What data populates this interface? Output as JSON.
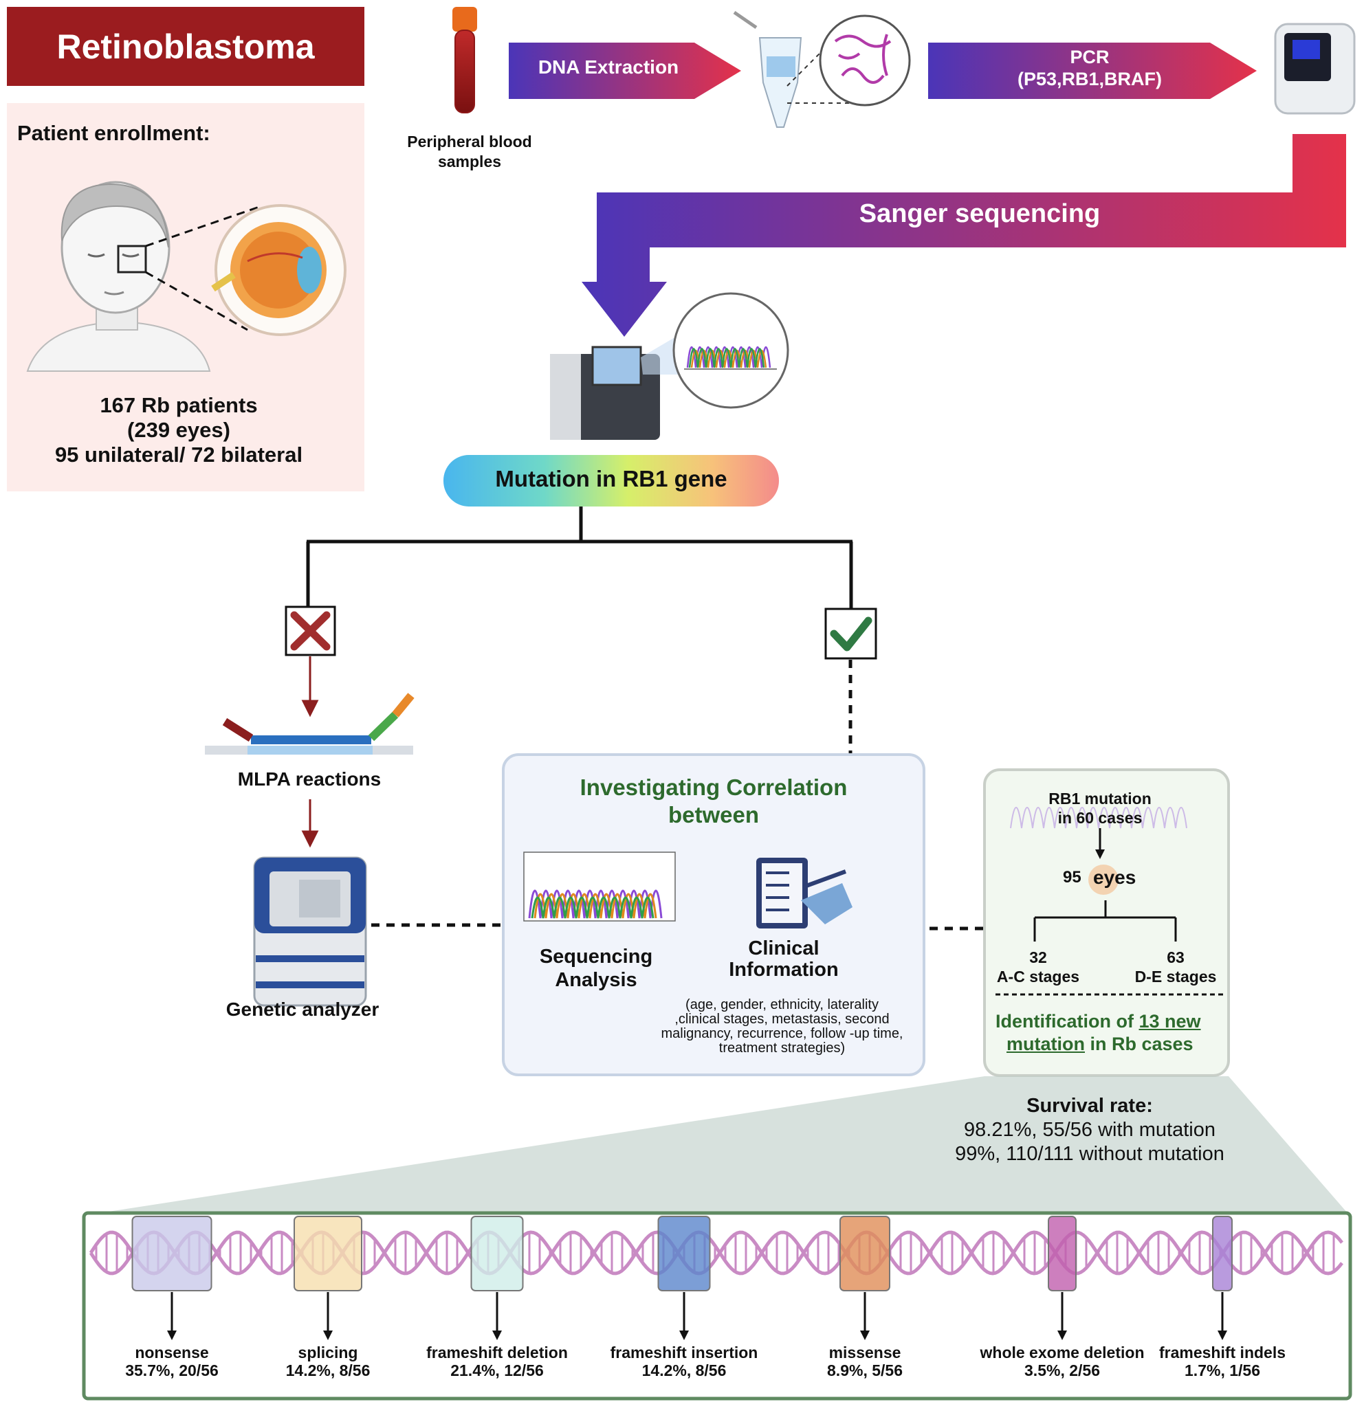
{
  "title": "Retinoblastoma",
  "enrollment": {
    "heading": "Patient enrollment:",
    "line1": "167 Rb patients",
    "line2": "(239 eyes)",
    "line3": "95 unilateral/ 72 bilateral"
  },
  "sample_label": "Peripheral blood samples",
  "steps": {
    "dna_extraction": "DNA Extraction",
    "pcr_line1": "PCR",
    "pcr_line2": "(P53,RB1,BRAF)",
    "sanger": "Sanger sequencing"
  },
  "mutation_pill": "Mutation in RB1 gene",
  "no_branch": {
    "mlpa": "MLPA reactions",
    "analyzer": "Genetic analyzer"
  },
  "correlation": {
    "heading_line1": "Investigating Correlation",
    "heading_line2": "between",
    "seq_line1": "Sequencing",
    "seq_line2": "Analysis",
    "clin_line1": "Clinical",
    "clin_line2": "Information",
    "details_line1": "(age, gender, ethnicity, laterality",
    "details_line2": ",clinical stages, metastasis, second",
    "details_line3": "malignancy, recurrence, follow -up time,",
    "details_line4": "treatment strategies)"
  },
  "results": {
    "cases_line1": "RB1 mutation",
    "cases_line2": "in 60 cases",
    "eyes_num": "95",
    "eyes_word": "eyes",
    "ac_num": "32",
    "ac_label": "A-C stages",
    "de_num": "63",
    "de_label": "D-E stages",
    "ident_prefix": "Identification of ",
    "ident_underline1": "13 new",
    "ident_underline2": "mutation",
    "ident_suffix": " in Rb cases"
  },
  "survival": {
    "heading": "Survival rate:",
    "line1": "98.21%, 55/56 with mutation",
    "line2": "99%, 110/111 without mutation"
  },
  "mutation_types": [
    {
      "name": "nonsense",
      "stat": "35.7%, 20/56",
      "color": "#c9c9ea"
    },
    {
      "name": "splicing",
      "stat": "14.2%, 8/56",
      "color": "#f6dfae"
    },
    {
      "name": "frameshift deletion",
      "stat": "21.4%, 12/56",
      "color": "#cfeee8"
    },
    {
      "name": "frameshift insertion",
      "stat": "14.2%, 8/56",
      "color": "#5b86cc"
    },
    {
      "name": "missense",
      "stat": "8.9%, 5/56",
      "color": "#e08d58"
    },
    {
      "name": "whole exome deletion",
      "stat": "3.5%, 2/56",
      "color": "#c15fae"
    },
    {
      "name": "frameshift indels",
      "stat": "1.7%, 1/56",
      "color": "#a882d6"
    }
  ],
  "colors": {
    "title_bg": "#9b1c1f",
    "panel_bg": "#fdecea",
    "gradient_start": "#4b35b8",
    "gradient_end": "#e4324a",
    "green_text": "#2d6a2d",
    "dna_color": "#c98bc4"
  }
}
